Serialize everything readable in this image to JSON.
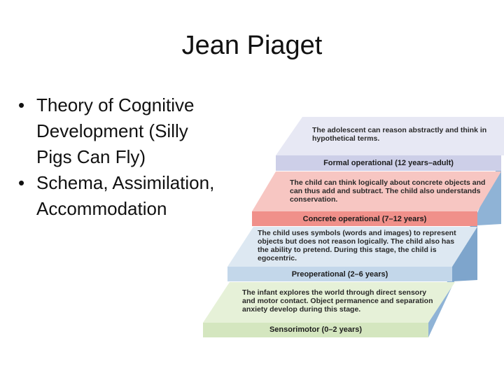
{
  "slide": {
    "title": "Jean Piaget",
    "bullets": [
      "Theory of Cognitive Development (Silly Pigs Can Fly)",
      "Schema, Assimilation, Accommodation"
    ]
  },
  "stages": [
    {
      "label": "Sensorimotor (0–2 years)",
      "description": "The infant explores the world through direct sensory and motor contact. Object permanence and separation anxiety develop during this stage.",
      "color": "#e6f1d8",
      "label_color": "#d4e6bf"
    },
    {
      "label": "Preoperational (2–6 years)",
      "description": "The child uses symbols (words and images) to represent objects but does not reason logically. The child also has the ability to pretend. During this stage, the child is egocentric.",
      "color": "#dde8f2",
      "label_color": "#c3d7ea"
    },
    {
      "label": "Concrete operational (7–12 years)",
      "description": "The child can think logically about concrete objects and can thus add and subtract. The child also understands conservation.",
      "color": "#f7c6c2",
      "label_color": "#f0908a"
    },
    {
      "label": "Formal operational (12 years–adult)",
      "description": "The adolescent can reason abstractly and think in hypothetical terms.",
      "color": "#e7e8f4",
      "label_color": "#cdcfe8"
    }
  ],
  "colors": {
    "side": "#8fb3d6",
    "side_dark": "#7ea5cc"
  }
}
